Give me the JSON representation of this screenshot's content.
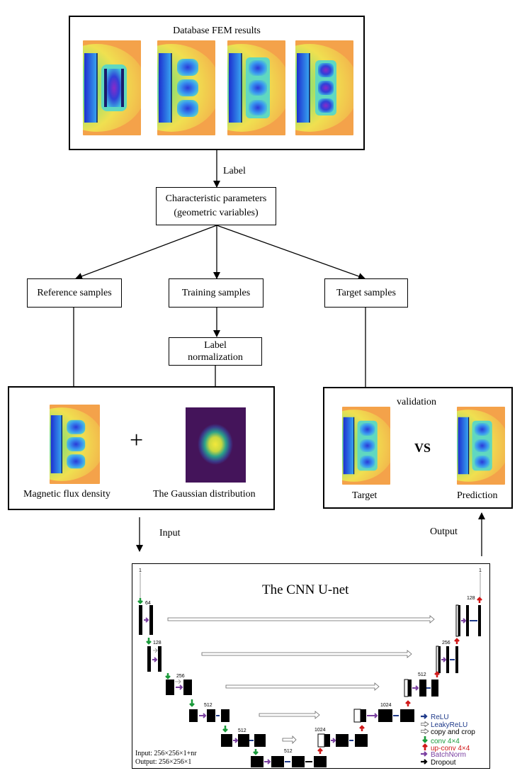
{
  "top": {
    "title": "Database FEM results"
  },
  "edge_label_label": "Label",
  "characteristic": {
    "line1": "Characteristic parameters",
    "line2": "(geometric variables)"
  },
  "samples": {
    "reference": "Reference samples",
    "training": "Training samples",
    "target": "Target samples"
  },
  "label_normalization": {
    "line1": "Label",
    "line2": "normalization"
  },
  "left_panel": {
    "plus": "+",
    "caption_left": "Magnetic flux density",
    "caption_right": "The Gaussian distribution"
  },
  "right_panel": {
    "title": "validation",
    "vs": "VS",
    "caption_left": "Target",
    "caption_right": "Prediction"
  },
  "edge_input": "Input",
  "edge_output": "Output",
  "unet": {
    "title": "The CNN U-net",
    "io_input": "Input: 256×256×1+nr",
    "io_output": "Output: 256×256×1",
    "labels": {
      "in_ch": "1",
      "out_ch": "1",
      "enc1": "64",
      "enc2": "128",
      "enc3": "256",
      "enc4": "512",
      "enc5": "512",
      "bottom": "512",
      "dec_bottom": "1024",
      "dec4": "1024",
      "dec3": "512",
      "dec2": "256",
      "dec1": "128"
    },
    "legend": [
      {
        "label": "ReLU",
        "color": "#1f3a8a",
        "icon": "arrow-right-icon"
      },
      {
        "label": "LeakyReLU",
        "color": "#1f3a8a",
        "icon": "hollow-arrow-right-icon"
      },
      {
        "label": "copy and crop",
        "color": "#000000",
        "icon": "hollow-arrow-right-icon"
      },
      {
        "label": "conv 4×4",
        "color": "#1a9a3a",
        "icon": "arrow-down-icon"
      },
      {
        "label": "up-conv 4×4",
        "color": "#d01818",
        "icon": "arrow-up-icon"
      },
      {
        "label": "BatchNorm",
        "color": "#7a3fa0",
        "icon": "arrow-right-icon"
      },
      {
        "label": "Dropout",
        "color": "#000000",
        "icon": "arrow-right-icon"
      }
    ]
  }
}
